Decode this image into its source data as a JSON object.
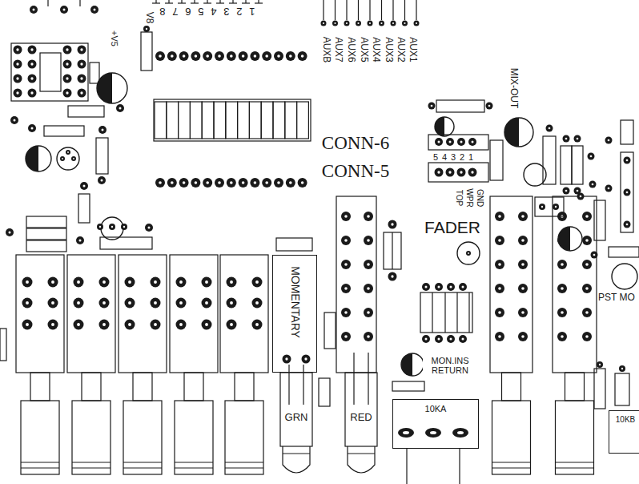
{
  "diagram": {
    "nodes": [
      {
        "text": [
          "MOMENTARY"
        ]
      },
      {
        "text": [
          "10KA"
        ]
      },
      {
        "text": [
          "10KB"
        ]
      }
    ],
    "labels": [
      "8",
      "7",
      "6",
      "5",
      "4",
      "3",
      "2",
      "1",
      "V8",
      "+V5",
      "AUXB",
      "AUX7",
      "AUX6",
      "AUX5",
      "AUX4",
      "AUX3",
      "AUX2",
      "AUX1",
      "CONN-6",
      "CONN-5",
      "MIX-OUT",
      "5",
      "4",
      "3",
      "2",
      "1",
      "GND",
      "WPR",
      "TOP",
      "FADER",
      "GRN",
      "RED",
      "MON.INS RETURN",
      "PST MO"
    ]
  }
}
